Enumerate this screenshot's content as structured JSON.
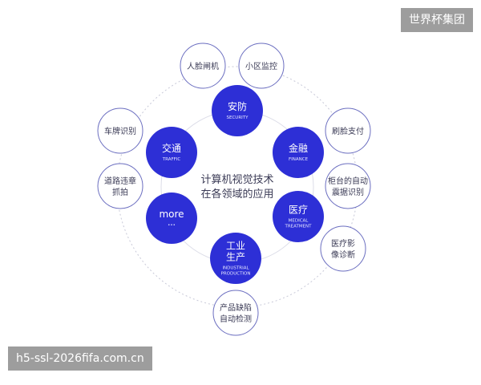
{
  "center": {
    "line1": "计算机视觉技术",
    "line2": "在各领域的应用"
  },
  "colors": {
    "primary": "#2d2fd6",
    "outline": "#6b6ec0",
    "text_dark": "#3a3a55",
    "ring": "#c8c9d8"
  },
  "domains": [
    {
      "id": "security",
      "title_lines": [
        "安防"
      ],
      "sub_lines": [
        "SECURITY"
      ]
    },
    {
      "id": "finance",
      "title_lines": [
        "金融"
      ],
      "sub_lines": [
        "FINANCE"
      ]
    },
    {
      "id": "medical",
      "title_lines": [
        "医疗"
      ],
      "sub_lines": [
        "MEDICAL",
        "TREATMENT"
      ]
    },
    {
      "id": "industrial",
      "title_lines": [
        "工业",
        "生产"
      ],
      "sub_lines": [
        "INDUSTRIAL",
        "PRODUCTION"
      ]
    },
    {
      "id": "more",
      "title_lines": [
        "more"
      ],
      "sub_lines": [
        "•••"
      ]
    },
    {
      "id": "traffic",
      "title_lines": [
        "交通"
      ],
      "sub_lines": [
        "TRAFFIC"
      ]
    }
  ],
  "applications": [
    {
      "id": "face-gate",
      "lines": [
        "人脸闸机"
      ]
    },
    {
      "id": "community-monitor",
      "lines": [
        "小区监控"
      ]
    },
    {
      "id": "face-pay",
      "lines": [
        "刷脸支付"
      ]
    },
    {
      "id": "counter-id",
      "lines": [
        "柜台的自动",
        "震据识别"
      ]
    },
    {
      "id": "medical-image",
      "lines": [
        "医疗影",
        "像诊断"
      ]
    },
    {
      "id": "defect-detect",
      "lines": [
        "产品缺陷",
        "自动检测"
      ]
    },
    {
      "id": "road-violation",
      "lines": [
        "道路违章",
        "抓拍"
      ]
    },
    {
      "id": "plate-recognition",
      "lines": [
        "车牌识别"
      ]
    }
  ],
  "watermarks": {
    "top": "世界杯集团",
    "bottom": "h5-ssl-2026fifa.com.cn"
  }
}
